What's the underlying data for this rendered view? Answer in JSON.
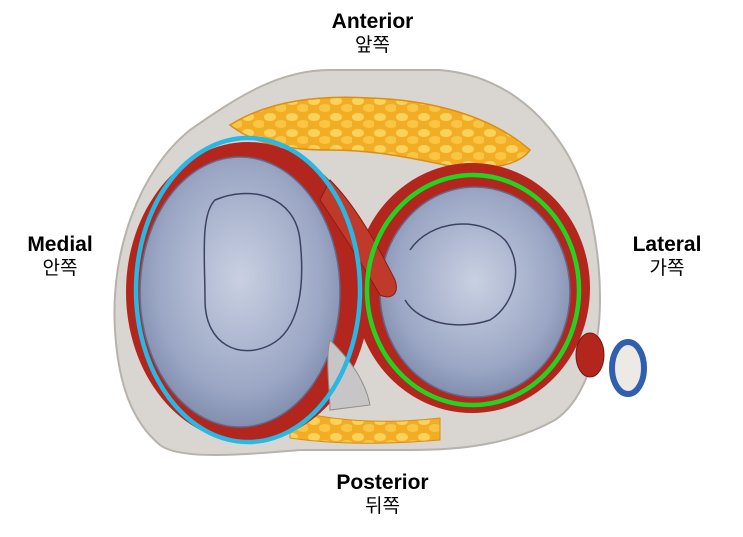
{
  "labels": {
    "anterior": {
      "en": "Anterior",
      "ko": "앞쪽"
    },
    "posterior": {
      "en": "Posterior",
      "ko": "뒤쪽"
    },
    "medial": {
      "en": "Medial",
      "ko": "안쪽"
    },
    "lateral": {
      "en": "Lateral",
      "ko": "가쪽"
    }
  },
  "colors": {
    "medial_outline": "#29b7e3",
    "lateral_outline": "#22d422",
    "meniscus_red": "#b3261e",
    "fat_yellow": "#f5b82e",
    "capsule_gray": "#d9d5d0",
    "cartilage_blue": "#9aa6c4",
    "tendon_blue": "#2f5fae"
  }
}
